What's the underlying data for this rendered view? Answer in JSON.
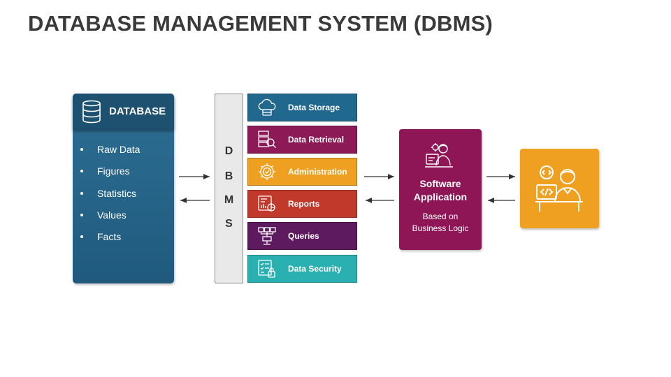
{
  "title": "DATABASE MANAGEMENT SYSTEM (DBMS)",
  "database": {
    "header": "DATABASE",
    "icon": "database-icon",
    "items": [
      "Raw Data",
      "Figures",
      "Statistics",
      "Values",
      "Facts"
    ]
  },
  "dbms": {
    "letters": [
      "D",
      "B",
      "M",
      "S"
    ]
  },
  "functions": [
    {
      "label": "Data Storage",
      "icon": "cloud-storage-icon",
      "color": "#21688f"
    },
    {
      "label": "Data Retrieval",
      "icon": "server-search-icon",
      "color": "#8c1a57"
    },
    {
      "label": "Administration",
      "icon": "gear-check-icon",
      "color": "#f0a020"
    },
    {
      "label": "Reports",
      "icon": "report-chart-icon",
      "color": "#c0392b"
    },
    {
      "label": "Queries",
      "icon": "query-network-icon",
      "color": "#5e1a5e"
    },
    {
      "label": "Data Security",
      "icon": "checklist-lock-icon",
      "color": "#2ab0b0"
    }
  ],
  "software": {
    "title_line1": "Software",
    "title_line2": "Application",
    "sub_line1": "Based on",
    "sub_line2": "Business Logic",
    "icon": "developer-icon",
    "color": "#8f1656"
  },
  "user": {
    "icon": "programmer-icon",
    "color": "#f0a020"
  }
}
